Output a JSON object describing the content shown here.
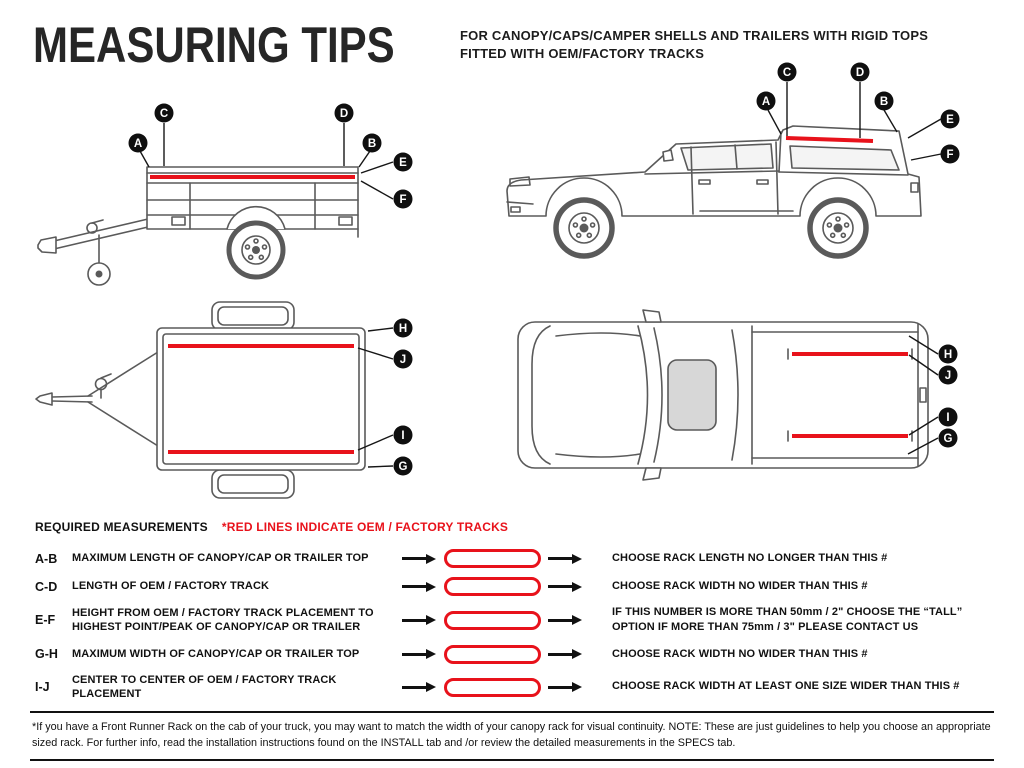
{
  "header": {
    "title": "MEASURING TIPS",
    "subtitle": "FOR CANOPY/CAPS/CAMPER SHELLS AND TRAILERS WITH RIGID TOPS FITTED WITH OEM/FACTORY TRACKS"
  },
  "section": {
    "required_label": "REQUIRED MEASUREMENTS",
    "red_note": "*RED LINES INDICATE OEM / FACTORY TRACKS"
  },
  "measurements": [
    {
      "key": "A-B",
      "desc": "MAXIMUM LENGTH OF CANOPY/CAP OR TRAILER TOP",
      "result": "CHOOSE RACK LENGTH NO LONGER THAN THIS #"
    },
    {
      "key": "C-D",
      "desc": "LENGTH OF OEM / FACTORY TRACK",
      "result": "CHOOSE RACK WIDTH NO WIDER THAN THIS #"
    },
    {
      "key": "E-F",
      "desc": "HEIGHT FROM OEM / FACTORY TRACK PLACEMENT TO HIGHEST POINT/PEAK OF CANOPY/CAP OR TRAILER",
      "result": "IF THIS NUMBER IS MORE THAN 50mm / 2\" CHOOSE THE “TALL” OPTION IF MORE THAN 75mm / 3\" PLEASE CONTACT US"
    },
    {
      "key": "G-H",
      "desc": "MAXIMUM WIDTH OF CANOPY/CAP OR TRAILER TOP",
      "result": "CHOOSE RACK WIDTH NO WIDER THAN THIS #"
    },
    {
      "key": "I-J",
      "desc": "CENTER TO CENTER OF OEM / FACTORY TRACK PLACEMENT",
      "result": "CHOOSE RACK WIDTH AT LEAST ONE SIZE WIDER THAN THIS #"
    }
  ],
  "callouts": {
    "trailer_side": [
      "A",
      "C",
      "D",
      "B",
      "E",
      "F"
    ],
    "truck_side": [
      "C",
      "D",
      "A",
      "B",
      "E",
      "F"
    ],
    "trailer_top": [
      "H",
      "J",
      "I",
      "G"
    ],
    "truck_top": [
      "H",
      "J",
      "I",
      "G"
    ]
  },
  "footnote": "*If you have a Front Runner Rack on the cab of your truck, you may want to match the width of your canopy rack for visual continuity. NOTE: These are just guidelines to help you choose an appropriate sized rack. For further info, read the installation instructions found on the INSTALL tab and /or review the detailed measurements in the SPECS tab.",
  "colors": {
    "track_red": "#E8121B",
    "ink": "#111111",
    "art_gray": "#5A5A5A"
  }
}
